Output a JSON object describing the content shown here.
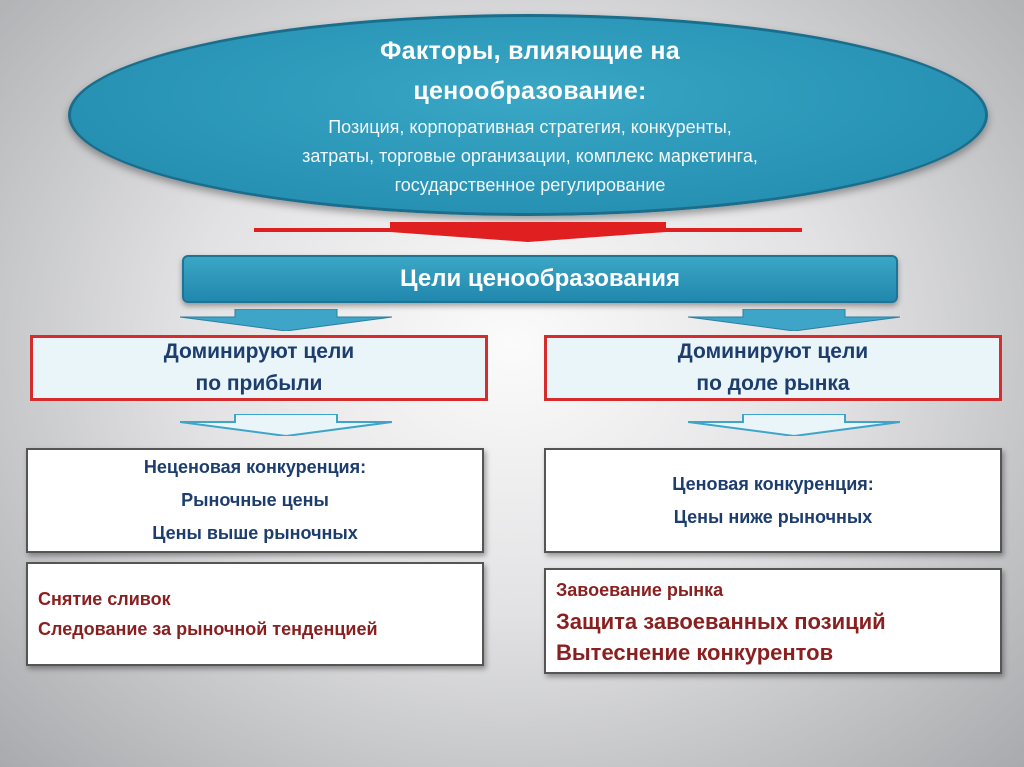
{
  "factors": {
    "title_line1": "Факторы, влияющие на",
    "title_line2": "ценообразование:",
    "details": [
      "Позиция, корпоративная стратегия, конкуренты,",
      "затраты, торговые организации, комплекс маркетинга,",
      "государственное регулирование"
    ]
  },
  "goals_title": "Цели ценообразования",
  "left": {
    "goal_lines": [
      "Доминируют цели",
      "по прибыли"
    ],
    "competition_lines": [
      "Неценовая конкуренция:",
      "Рыночные цены",
      "Цены выше рыночных"
    ],
    "strategies": [
      "Снятие сливок",
      "Следование за рыночной тенденцией"
    ]
  },
  "right": {
    "goal_lines": [
      "Доминируют цели",
      "по доле рынка"
    ],
    "competition_lines": [
      "Ценовая конкуренция:",
      "Цены ниже рыночных"
    ],
    "strategies": [
      "Завоевание рынка",
      "Защита завоеванных позиций",
      "Вытеснение конкурентов"
    ]
  },
  "colors": {
    "ellipse_fill": "#2a98bb",
    "arrow_red": "#e02020",
    "goal_box_border": "#d32d2d",
    "text_navy": "#1d3d6e",
    "text_darkred": "#8a1f1f"
  }
}
